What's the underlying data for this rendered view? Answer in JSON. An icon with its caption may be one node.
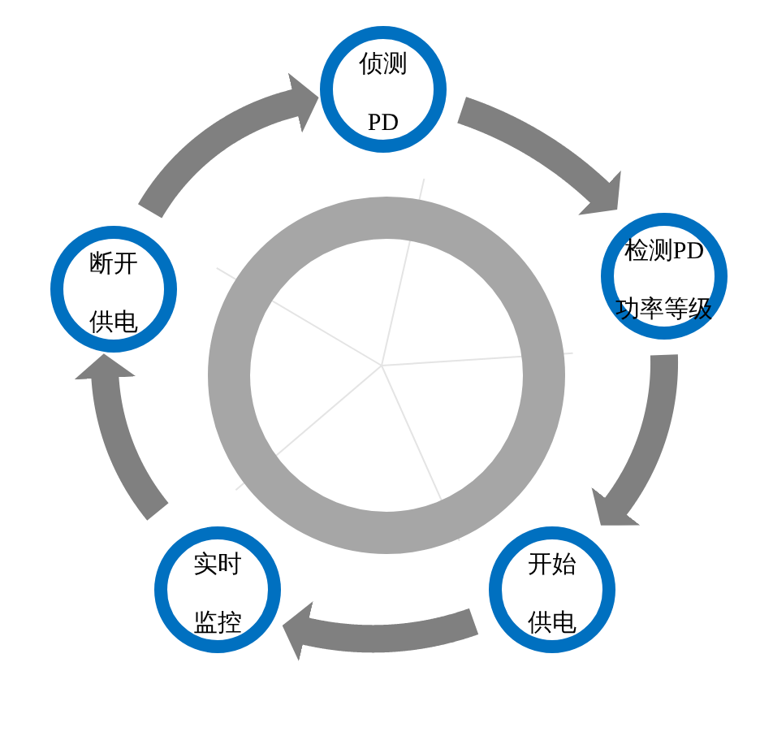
{
  "diagram": {
    "nodes": [
      {
        "text": [
          "侦测PD"
        ]
      },
      {
        "text": [
          "检测PD功率等级"
        ]
      },
      {
        "text": [
          "开始供电"
        ]
      },
      {
        "text": [
          "实时监控"
        ]
      },
      {
        "text": [
          "断开供电"
        ]
      }
    ],
    "edges": [
      {
        "from": 0,
        "to": 1,
        "arrow": "to"
      },
      {
        "from": 1,
        "to": 2,
        "arrow": "to"
      },
      {
        "from": 2,
        "to": 3,
        "arrow": "to"
      },
      {
        "from": 3,
        "to": 4,
        "arrow": "to"
      },
      {
        "from": 4,
        "to": 0,
        "arrow": "to"
      }
    ]
  }
}
